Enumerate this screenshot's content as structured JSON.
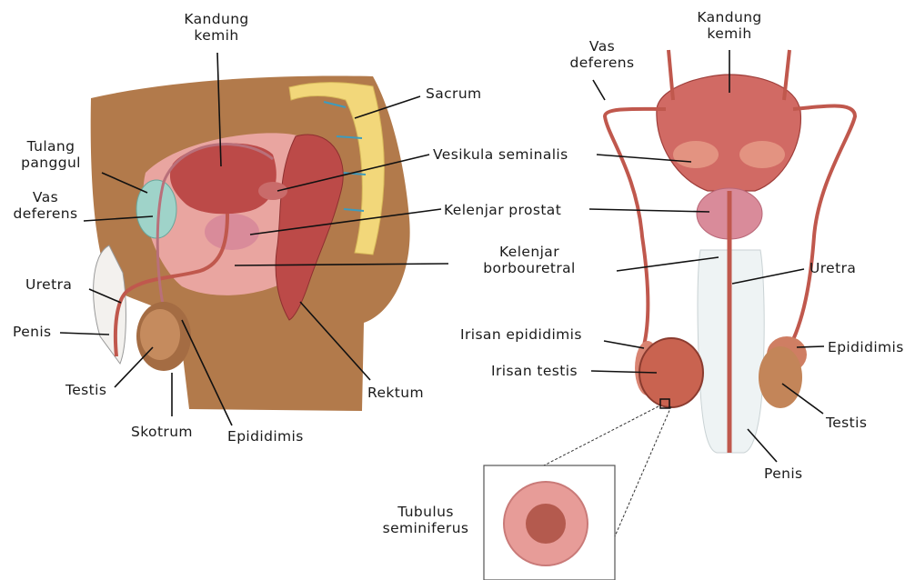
{
  "colors": {
    "skin": "#b27a4b",
    "skin_dark": "#8f5a33",
    "tissue_pink": "#e9a5a0",
    "organ_red": "#bc4a48",
    "bladder": "#d16a64",
    "bone_yellow": "#f2d77a",
    "pubic_teal": "#9fd3c9",
    "prostate_pink": "#d98b9a",
    "penis_white": "#eef3f4",
    "duct": "#c0584d"
  },
  "left": {
    "kandung_kemih": "Kandung kemih",
    "sacrum": "Sacrum",
    "tulang_panggul": "Tulang panggul",
    "vesikula_seminalis": "Vesikula seminalis",
    "vas_deferens": "Vas deferens",
    "kelenjar_prostat": "Kelenjar prostat",
    "kelenjar_borbouretral": "Kelenjar borbouretral",
    "uretra": "Uretra",
    "penis": "Penis",
    "testis": "Testis",
    "rektum": "Rektum",
    "skotrum": "Skotrum",
    "epididimis": "Epididimis"
  },
  "right": {
    "vas_deferens": "Vas deferens",
    "kandung_kemih": "Kandung kemih",
    "uretra": "Uretra",
    "irisan_epididimis": "Irisan epididimis",
    "irisan_testis": "Irisan testis",
    "epididimis": "Epididimis",
    "testis": "Testis",
    "penis": "Penis",
    "tubulus_seminiferus": "Tubulus seminiferus"
  }
}
